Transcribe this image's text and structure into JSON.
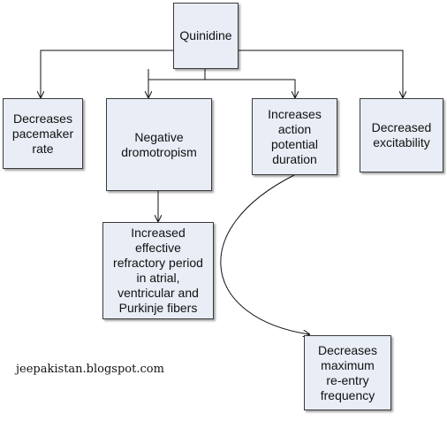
{
  "nodes": {
    "quinidine": "Quinidine",
    "pacemaker": "Decreases\npacemaker\nrate",
    "dromotropism": "Negative\ndromotropism",
    "action_potential": "Increases\naction\npotential\nduration",
    "excitability": "Decreased\nexcitability",
    "refractory": "Increased\neffective\nrefractory period\nin atrial,\nventricular and\nPurkinje fibers",
    "reentry": "Decreases\nmaximum\nre-entry\nfrequency"
  },
  "watermark": "jeepakistan.blogspot.com"
}
